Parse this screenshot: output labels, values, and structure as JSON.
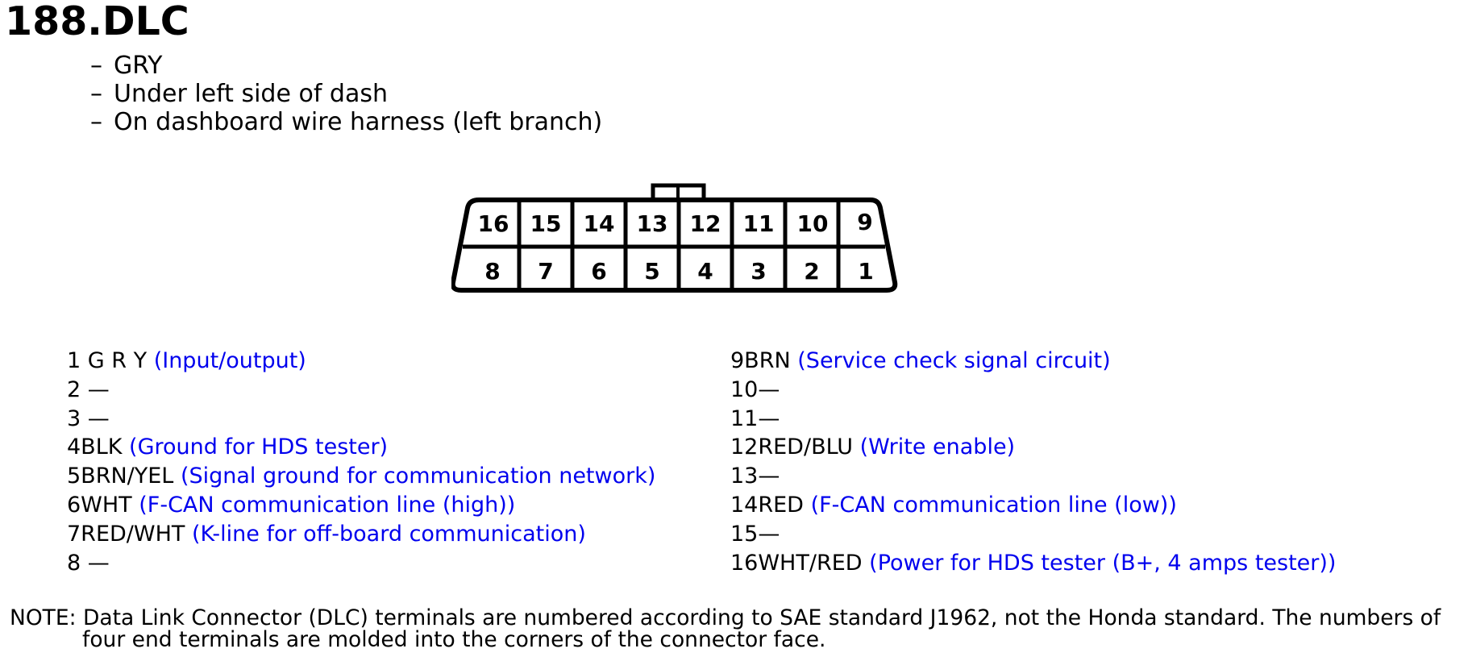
{
  "title": "188.DLC",
  "properties": [
    {
      "dash": "–",
      "text": "GRY"
    },
    {
      "dash": "–",
      "text": "Under left side of dash"
    },
    {
      "dash": "–",
      "text": "On dashboard wire harness (left branch)"
    }
  ],
  "connector": {
    "top_row": [
      "16",
      "15",
      "14",
      "13",
      "12",
      "11",
      "10",
      "9"
    ],
    "bottom_row": [
      "8",
      "7",
      "6",
      "5",
      "4",
      "3",
      "2",
      "1"
    ]
  },
  "pins_left": [
    {
      "label": "1 G R Y",
      "desc": "(Input/output)"
    },
    {
      "label": "2 —",
      "desc": ""
    },
    {
      "label": "3 —",
      "desc": ""
    },
    {
      "label": "4BLK",
      "desc": "(Ground for HDS tester)"
    },
    {
      "label": "5BRN/YEL",
      "desc": "(Signal ground for communication network)"
    },
    {
      "label": "6WHT",
      "desc": "(F-CAN communication line (high))"
    },
    {
      "label": "7RED/WHT",
      "desc": "(K-line for off-board communication)"
    },
    {
      "label": "8 —",
      "desc": ""
    }
  ],
  "pins_right": [
    {
      "label": "9BRN",
      "desc": "(Service check signal circuit)"
    },
    {
      "label": "10—",
      "desc": ""
    },
    {
      "label": "11—",
      "desc": ""
    },
    {
      "label": "12RED/BLU",
      "desc": "(Write enable)"
    },
    {
      "label": "13—",
      "desc": ""
    },
    {
      "label": "14RED",
      "desc": "(F-CAN communication line (low))"
    },
    {
      "label": "15—",
      "desc": ""
    },
    {
      "label": "16WHT/RED",
      "desc": "(Power for HDS tester (B+, 4 amps tester))"
    }
  ],
  "note": {
    "line1": "NOTE: Data Link Connector (DLC) terminals are numbered according to SAE standard J1962, not the Honda standard. The numbers of",
    "line2": "four end terminals are molded into the corners of the connector face."
  },
  "colors": {
    "description": "#0000ee",
    "text": "#000000",
    "outline": "#000000"
  }
}
